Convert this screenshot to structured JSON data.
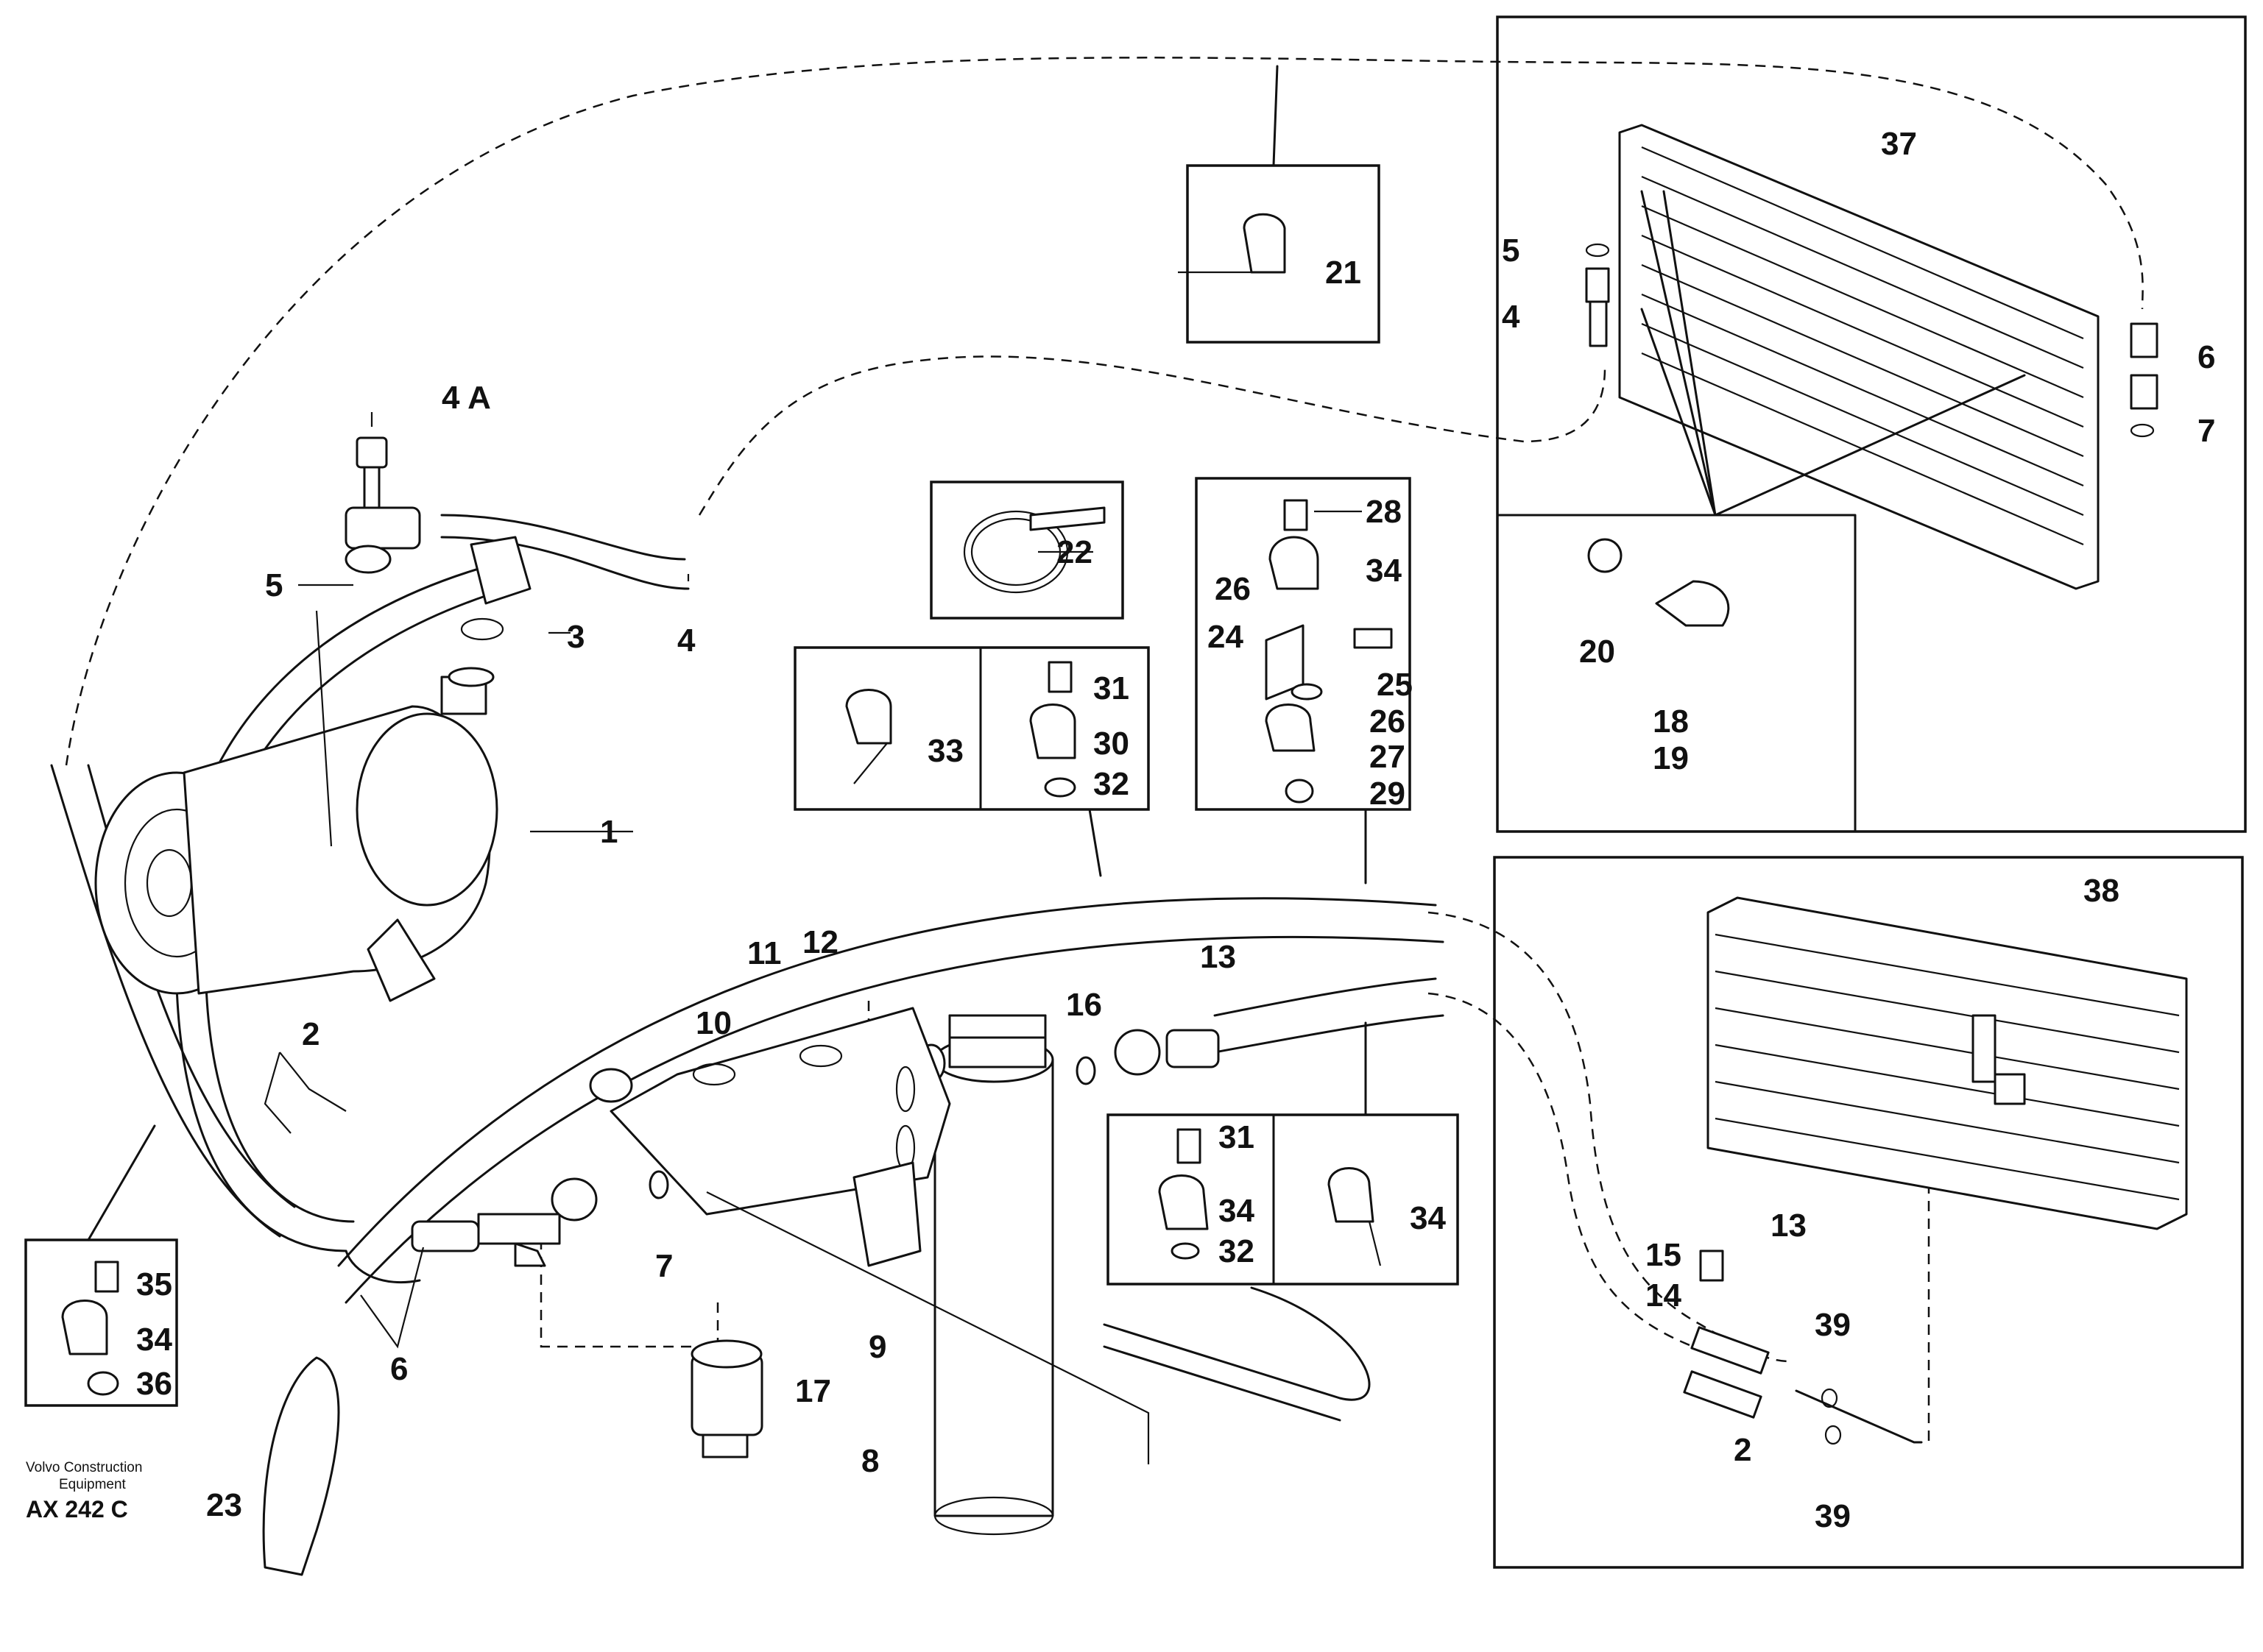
{
  "footer": {
    "company_line1": "Volvo Construction",
    "company_line2": "Equipment",
    "reference": "AX 242 C"
  },
  "callouts": {
    "c1": "1",
    "c2a": "2",
    "c2b": "2",
    "c3": "3",
    "c4": "4",
    "c4a": "4 A",
    "c4b": "4",
    "c5": "5",
    "c5b": "5",
    "c6": "6",
    "c6b": "6",
    "c7": "7",
    "c7b": "7",
    "c8": "8",
    "c9": "9",
    "c10": "10",
    "c11": "11",
    "c12": "12",
    "c13": "13",
    "c13b": "13",
    "c14": "14",
    "c15": "15",
    "c16": "16",
    "c17": "17",
    "c18": "18",
    "c19": "19",
    "c20": "20",
    "c21": "21",
    "c22": "22",
    "c23": "23",
    "c24": "24",
    "c25": "25",
    "c26a": "26",
    "c26b": "26",
    "c27": "27",
    "c28": "28",
    "c29": "29",
    "c30": "30",
    "c31a": "31",
    "c31b": "31",
    "c32a": "32",
    "c32b": "32",
    "c33": "33",
    "c34a": "34",
    "c34b": "34",
    "c34c": "34",
    "c34d": "34",
    "c35": "35",
    "c36": "36",
    "c37": "37",
    "c38": "38",
    "c39a": "39",
    "c39b": "39"
  }
}
